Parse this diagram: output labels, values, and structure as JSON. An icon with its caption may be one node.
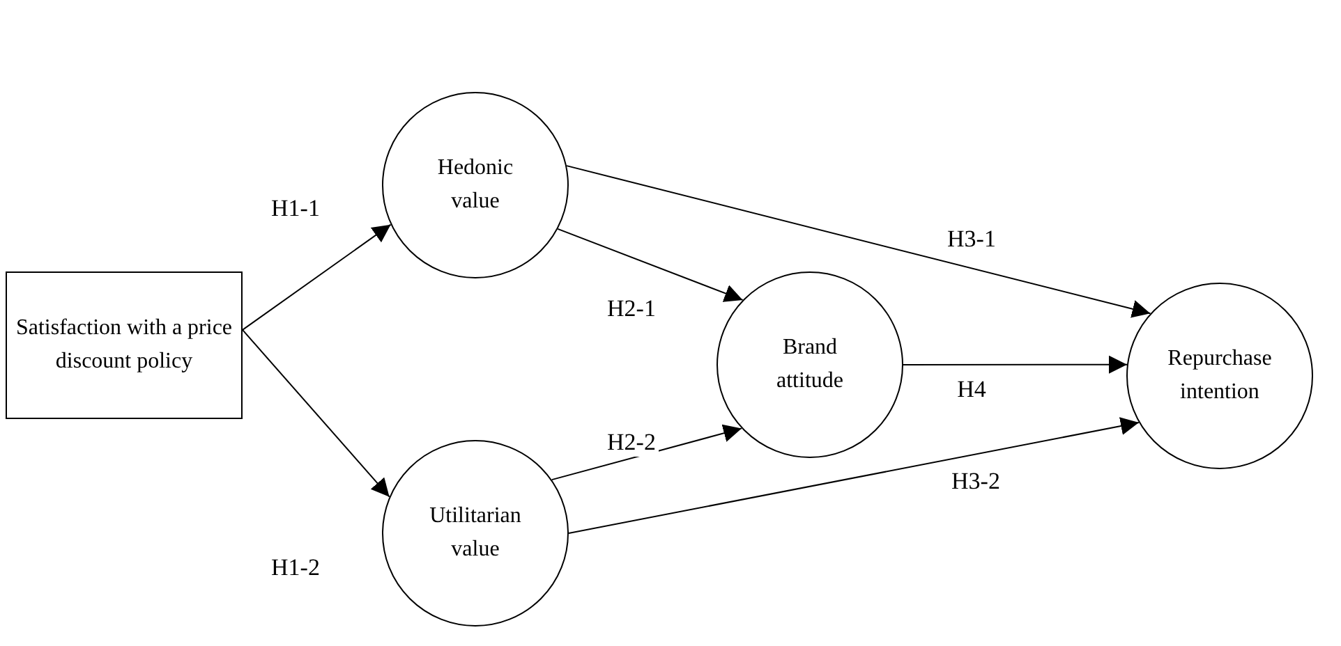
{
  "diagram": {
    "nodes": [
      {
        "text": [
          "Satisfaction with a price discount policy"
        ]
      },
      {
        "text": [
          "Hedonic value"
        ]
      },
      {
        "text": [
          "Utilitarian value"
        ]
      },
      {
        "text": [
          "Brand attitude"
        ]
      },
      {
        "text": [
          "Repurchase intention"
        ]
      }
    ],
    "edges": [
      {
        "from": 0,
        "to": 1,
        "arrow": "to",
        "label": "H1-1"
      },
      {
        "from": 0,
        "to": 2,
        "arrow": "to",
        "label": "H1-2"
      },
      {
        "from": 1,
        "to": 3,
        "arrow": "to",
        "label": "H2-1"
      },
      {
        "from": 2,
        "to": 3,
        "arrow": "to",
        "label": "H2-2"
      },
      {
        "from": 1,
        "to": 4,
        "arrow": "to",
        "label": "H3-1"
      },
      {
        "from": 2,
        "to": 4,
        "arrow": "to",
        "label": "H3-2"
      },
      {
        "from": 3,
        "to": 4,
        "arrow": "to",
        "label": "H4"
      }
    ]
  }
}
